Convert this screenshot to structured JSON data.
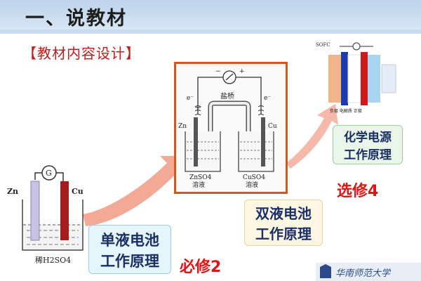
{
  "slide": {
    "title": "一、说教材",
    "subtitle": "【教材内容设计】"
  },
  "single_cell": {
    "g_label": "G",
    "zn": "Zn",
    "cu": "Cu",
    "acid": "稀H2SO4",
    "box_line1": "单液电池",
    "box_line2": "工作原理",
    "tag": "必修2"
  },
  "double_cell": {
    "bridge": "盐桥",
    "electron_left": "e⁻",
    "electron_right": "e⁻",
    "minus": "−",
    "plus": "+",
    "zn": "Zn",
    "cu": "Cu",
    "left_solution": "ZnSO4",
    "left_solution2": "溶液",
    "right_solution": "CuSO4",
    "right_solution2": "溶液",
    "box_line1": "双液电池",
    "box_line2": "工作原理",
    "tag": "选修4"
  },
  "power_source": {
    "top_label": "SOFC",
    "bottom_labels": "负极 电解质 正极",
    "box_line1": "化学电源",
    "box_line2": "工作原理"
  },
  "footer": {
    "logo_text": "华南师范大学"
  }
}
